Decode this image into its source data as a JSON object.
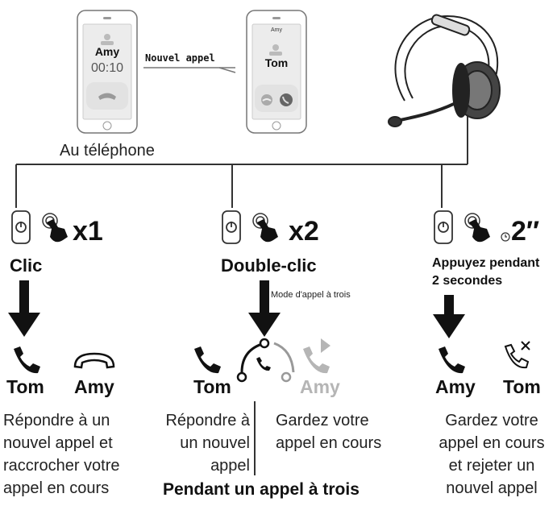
{
  "top": {
    "phone1": {
      "name": "Amy",
      "timer": "00:10"
    },
    "phone2": {
      "header_name": "Amy",
      "name": "Tom"
    },
    "new_call_label": "Nouvel appel",
    "on_phone_caption": "Au téléphone"
  },
  "columns": {
    "left": {
      "multiplier": "x1",
      "action": "Clic",
      "name_answer": "Tom",
      "name_hangup": "Amy",
      "desc": [
        "Répondre à un",
        "nouvel appel et",
        "raccrocher votre",
        "appel en cours"
      ]
    },
    "middle": {
      "multiplier": "x2",
      "action": "Double-clic",
      "mode_label": "Mode d'appel à trois",
      "name_answer": "Tom",
      "name_hold": "Amy",
      "desc_left": [
        "Répondre à",
        "un nouvel",
        "appel"
      ],
      "desc_right": [
        "Gardez votre",
        "appel en cours"
      ],
      "footer": "Pendant un appel à trois"
    },
    "right": {
      "multiplier": "2″",
      "action": [
        "Appuyez pendant",
        "2 secondes"
      ],
      "name_keep": "Amy",
      "name_reject": "Tom",
      "desc": [
        "Gardez votre",
        "appel en cours",
        "et rejeter un",
        "nouvel appel"
      ]
    }
  },
  "colors": {
    "line": "#333333",
    "grey_icon": "#b5b5b5",
    "phone_screen": "#ececec"
  }
}
